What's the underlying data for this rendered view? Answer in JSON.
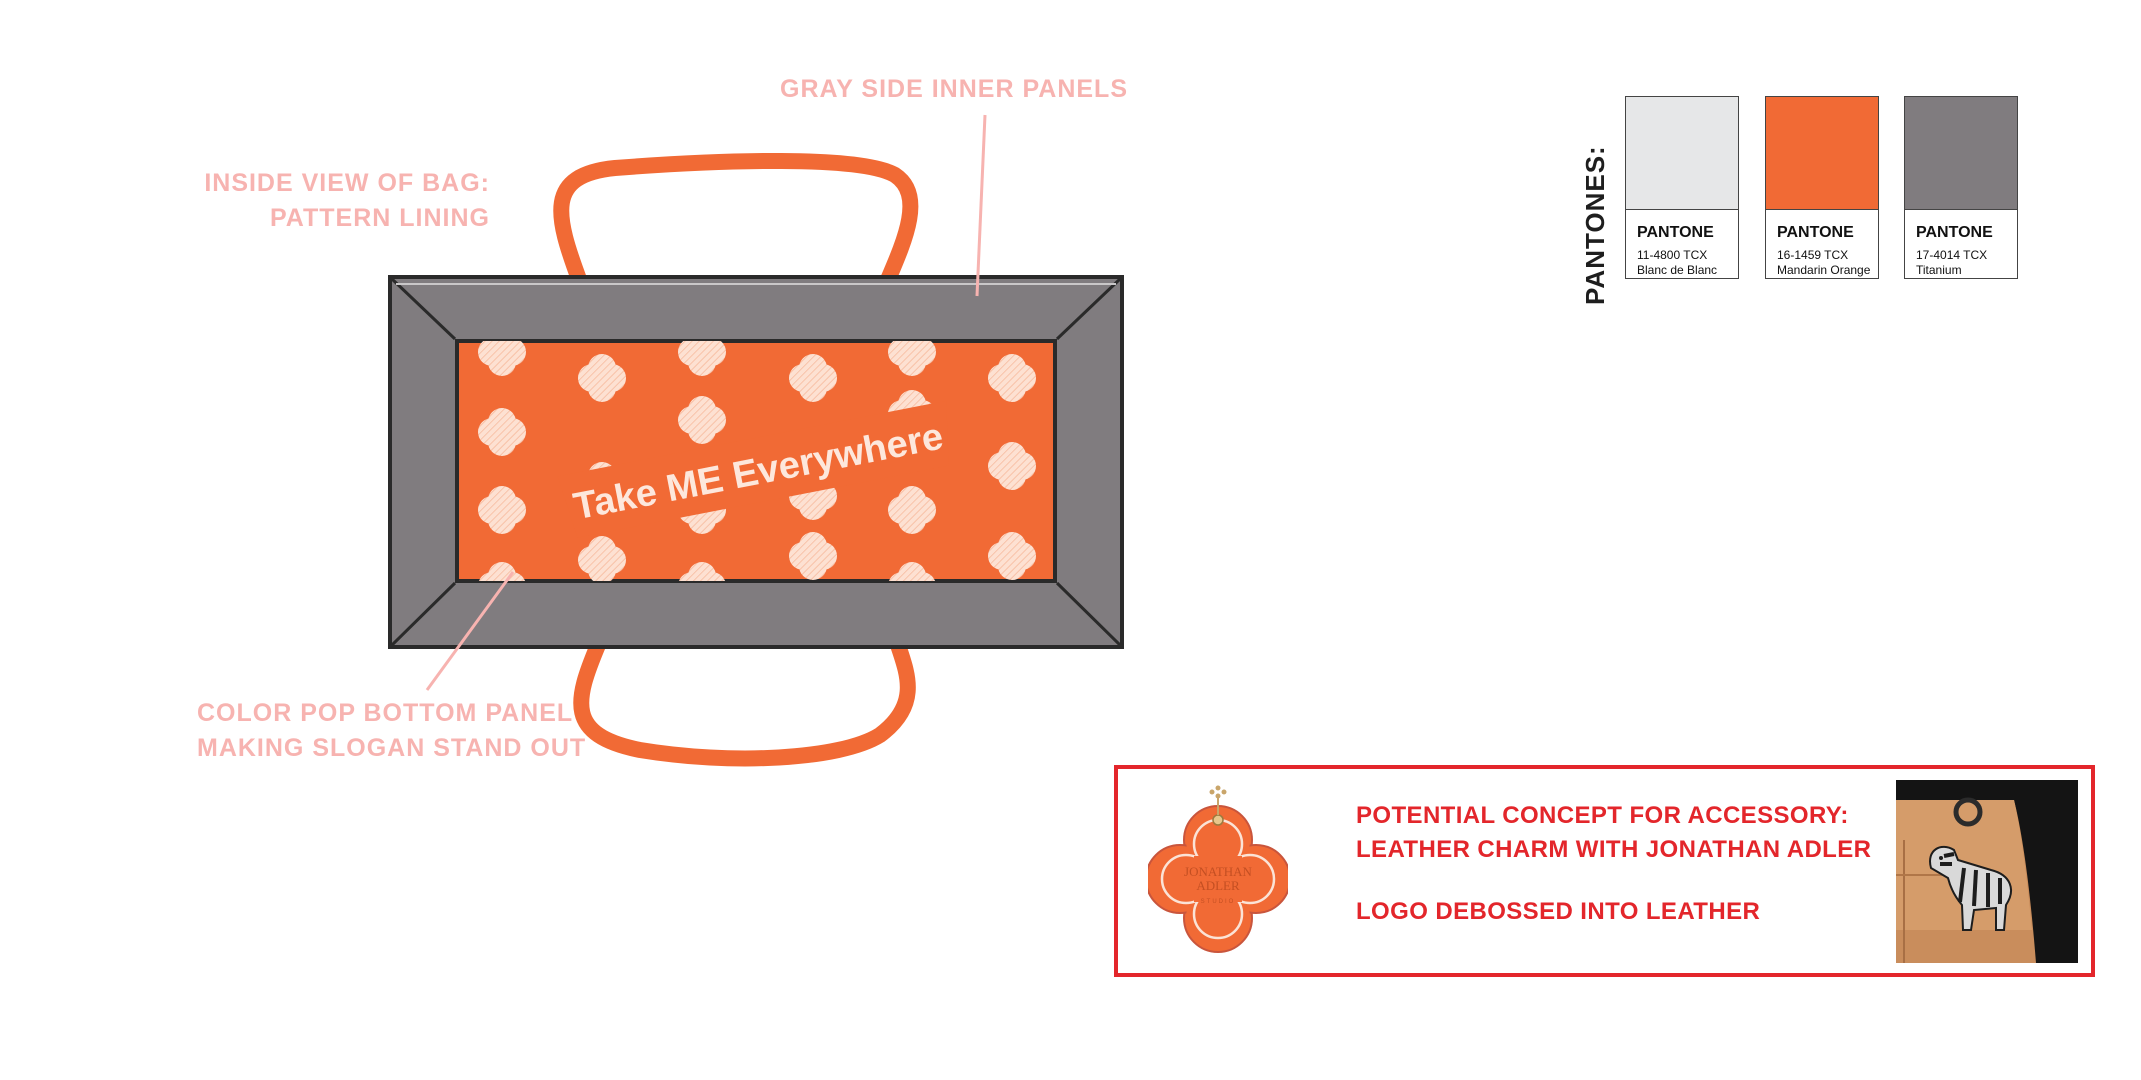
{
  "callouts": {
    "lining": [
      "INSIDE VIEW OF BAG:",
      "PATTERN LINING"
    ],
    "gray_panels": "GRAY SIDE INNER PANELS",
    "bottom_panel": [
      "COLOR POP BOTTOM PANEL",
      "MAKING SLOGAN STAND OUT"
    ]
  },
  "slogan": "Take ME Everywhere",
  "pantones": {
    "heading": "PANTONES:",
    "swatches": [
      {
        "brand": "PANTONE",
        "code": "11-4800 TCX",
        "name": "Blanc de Blanc",
        "color": "#e6e7e8"
      },
      {
        "brand": "PANTONE",
        "code": "16-1459 TCX",
        "name": "Mandarin Orange",
        "color": "#f16a35"
      },
      {
        "brand": "PANTONE",
        "code": "17-4014 TCX",
        "name": "Titanium",
        "color": "#807c7f"
      }
    ]
  },
  "accessory": {
    "line1": "POTENTIAL CONCEPT FOR ACCESSORY:",
    "line2": "LEATHER CHARM WITH JONATHAN ADLER",
    "line3": "LOGO DEBOSSED INTO LEATHER",
    "charm_logo": [
      "JONATHAN",
      "ADLER",
      "STUDIO"
    ]
  },
  "colors": {
    "accent": "#f16a35",
    "gray_panel": "#807c7f",
    "callout": "#f7b3b0",
    "box_border": "#e3262b"
  }
}
